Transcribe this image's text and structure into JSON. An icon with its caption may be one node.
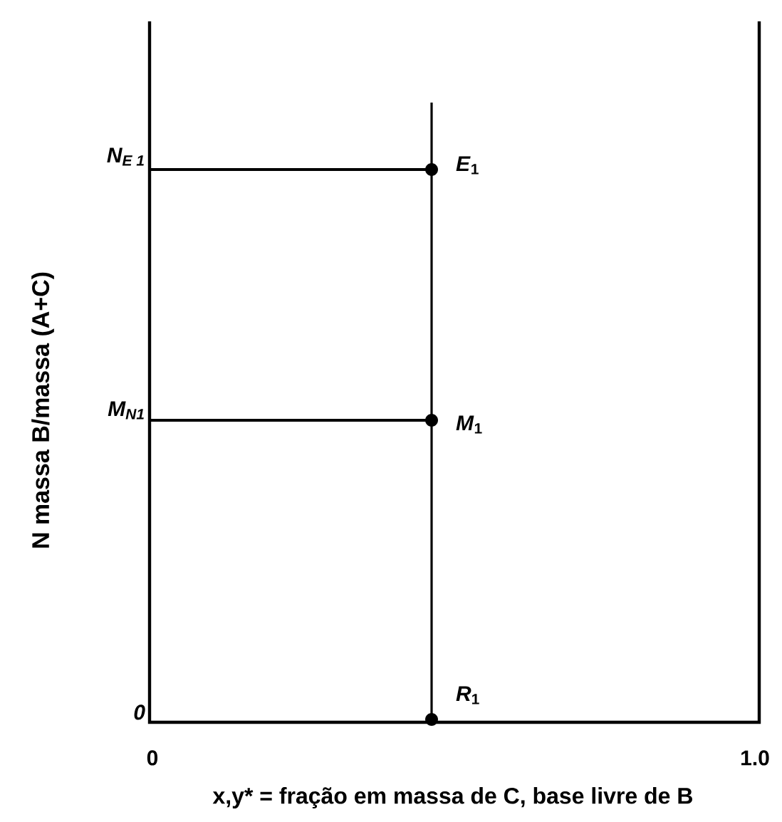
{
  "diagram": {
    "nodes": [
      {
        "text": [
          "N$_{E 1}$"
        ]
      },
      {
        "text": [],
        "shape": "circle",
        "beside": [
          "*E*$_{1}$"
        ]
      },
      {
        "text": [
          "M$_{N1}$"
        ]
      },
      {
        "text": [],
        "shape": "circle",
        "beside": [
          "*M*$_{1}$"
        ]
      },
      {
        "text": [],
        "shape": "circle",
        "beside": [
          "*R*$_{1}$"
        ]
      }
    ],
    "edges": [
      {
        "from": 0,
        "to": 1,
        "arrow": "none"
      },
      {
        "from": 2,
        "to": 3,
        "arrow": "none"
      },
      {
        "from": 4,
        "to": 3,
        "arrow": "none"
      },
      {
        "from": 3,
        "to": 1,
        "arrow": "none"
      },
      {
        "from": 1,
        "to": null,
        "arrow": "none"
      }
    ],
    "labels": [
      "0",
      "0",
      "1.0",
      "N massa B/massa (A+C)",
      "x,y* = fração em massa de C, base livre de B"
    ]
  }
}
